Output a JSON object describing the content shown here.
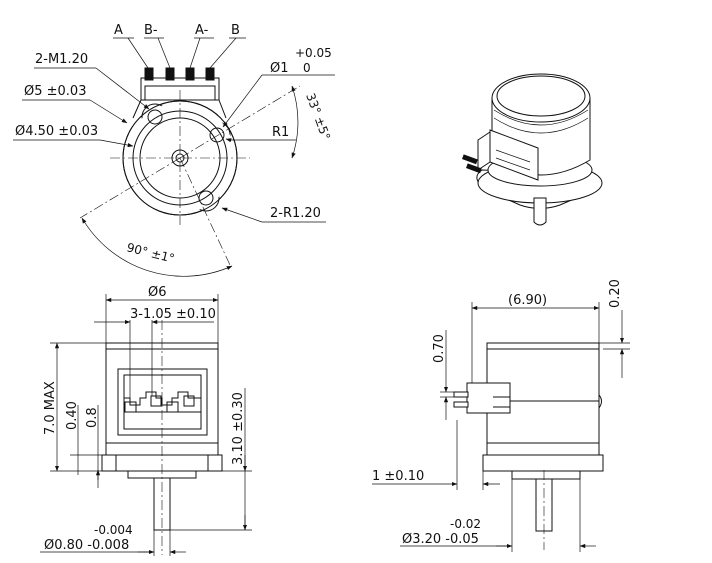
{
  "top_view": {
    "pins": [
      "A",
      "B-",
      "A-",
      "B"
    ],
    "thread_label": "2-M1.20",
    "dia5_label": "Ø5 ±0.03",
    "dia450_label": "Ø4.50 ±0.03",
    "hole_dia_label": "Ø1",
    "hole_tol_upper": "+0.05",
    "hole_tol_lower": "0",
    "angle33_label": "33° ±5°",
    "r1_label": "R1",
    "r120_label": "2-R1.20",
    "angle90_label": "90° ±1°"
  },
  "front_view": {
    "dia6_label": "Ø6",
    "pitch_label": "3-1.05 ±0.10",
    "height_label": "7.0 MAX",
    "d040_label": "0.40",
    "d08_label": "0.8",
    "d310_label": "3.10 ±0.30",
    "shaft_tol_upper": "-0.004",
    "shaft_label": "Ø0.80 -0.008"
  },
  "side_view": {
    "width_label": "(6.90)",
    "d020_label": "0.20",
    "d070_label": "0.70",
    "d1_label": "1 ±0.10",
    "shaft_tol_upper": "-0.02",
    "shaft_label": "Ø3.20 -0.05"
  }
}
